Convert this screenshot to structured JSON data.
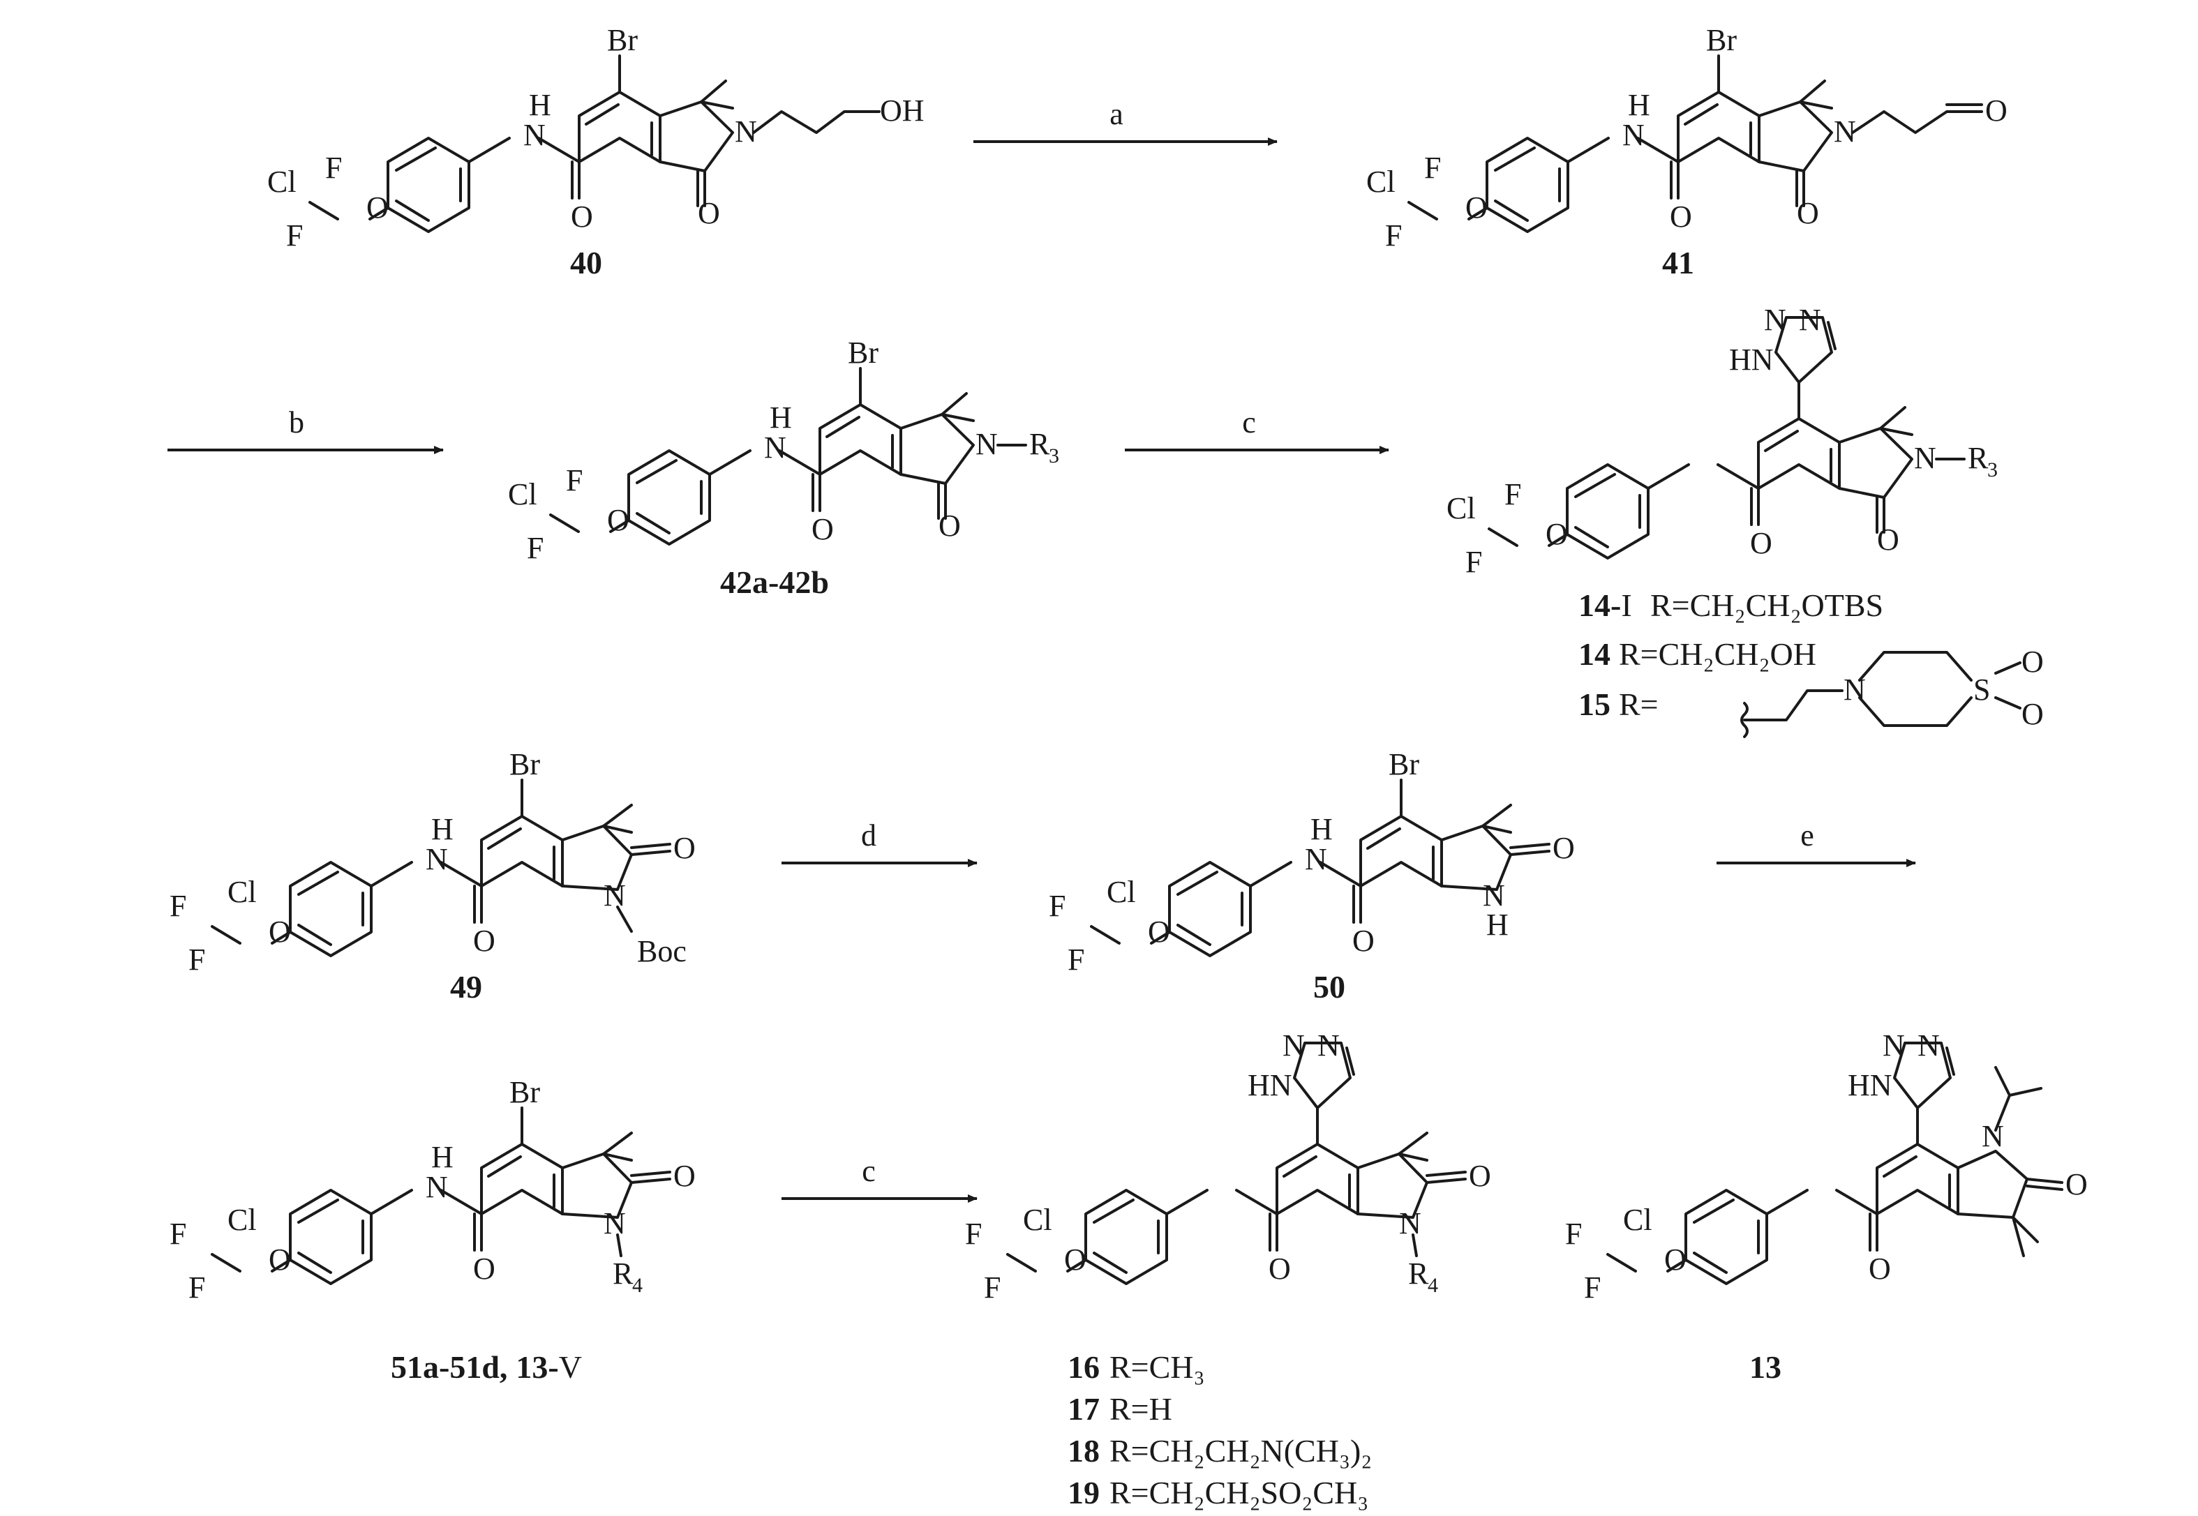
{
  "reagent_labels": {
    "a": "a",
    "b": "b",
    "c": "c",
    "d": "d",
    "e": "e"
  },
  "atoms": {
    "Br": "Br",
    "H": "H",
    "N": "N",
    "O": "O",
    "OH": "OH",
    "Cl": "Cl",
    "F": "F",
    "HN": "HN",
    "Boc": "Boc",
    "S": "S",
    "R3": "R",
    "R3_sub": "3",
    "R4": "R",
    "R4_sub": "4"
  },
  "compounds": {
    "c40": "40",
    "c41": "41",
    "c42": "42a-42b",
    "c49": "49",
    "c50": "50",
    "c51": "51a-51d,",
    "c13v_num": "13-",
    "c13v_letter": "V",
    "c13": "13"
  },
  "r3_defs": [
    {
      "id": "14-",
      "suffix": "I",
      "text": "R=CH₂CH₂OTBS"
    },
    {
      "id": "14",
      "text": "R=CH₂CH₂OH"
    },
    {
      "id": "15",
      "text": "R="
    }
  ],
  "r4_defs": [
    {
      "id": "16",
      "text": "R=CH₃"
    },
    {
      "id": "17",
      "text": "R=H"
    },
    {
      "id": "18",
      "text": "R=CH₂CH₂N(CH₃)₂"
    },
    {
      "id": "19",
      "text": "R=CH₂CH₂SO₂CH₃"
    }
  ]
}
